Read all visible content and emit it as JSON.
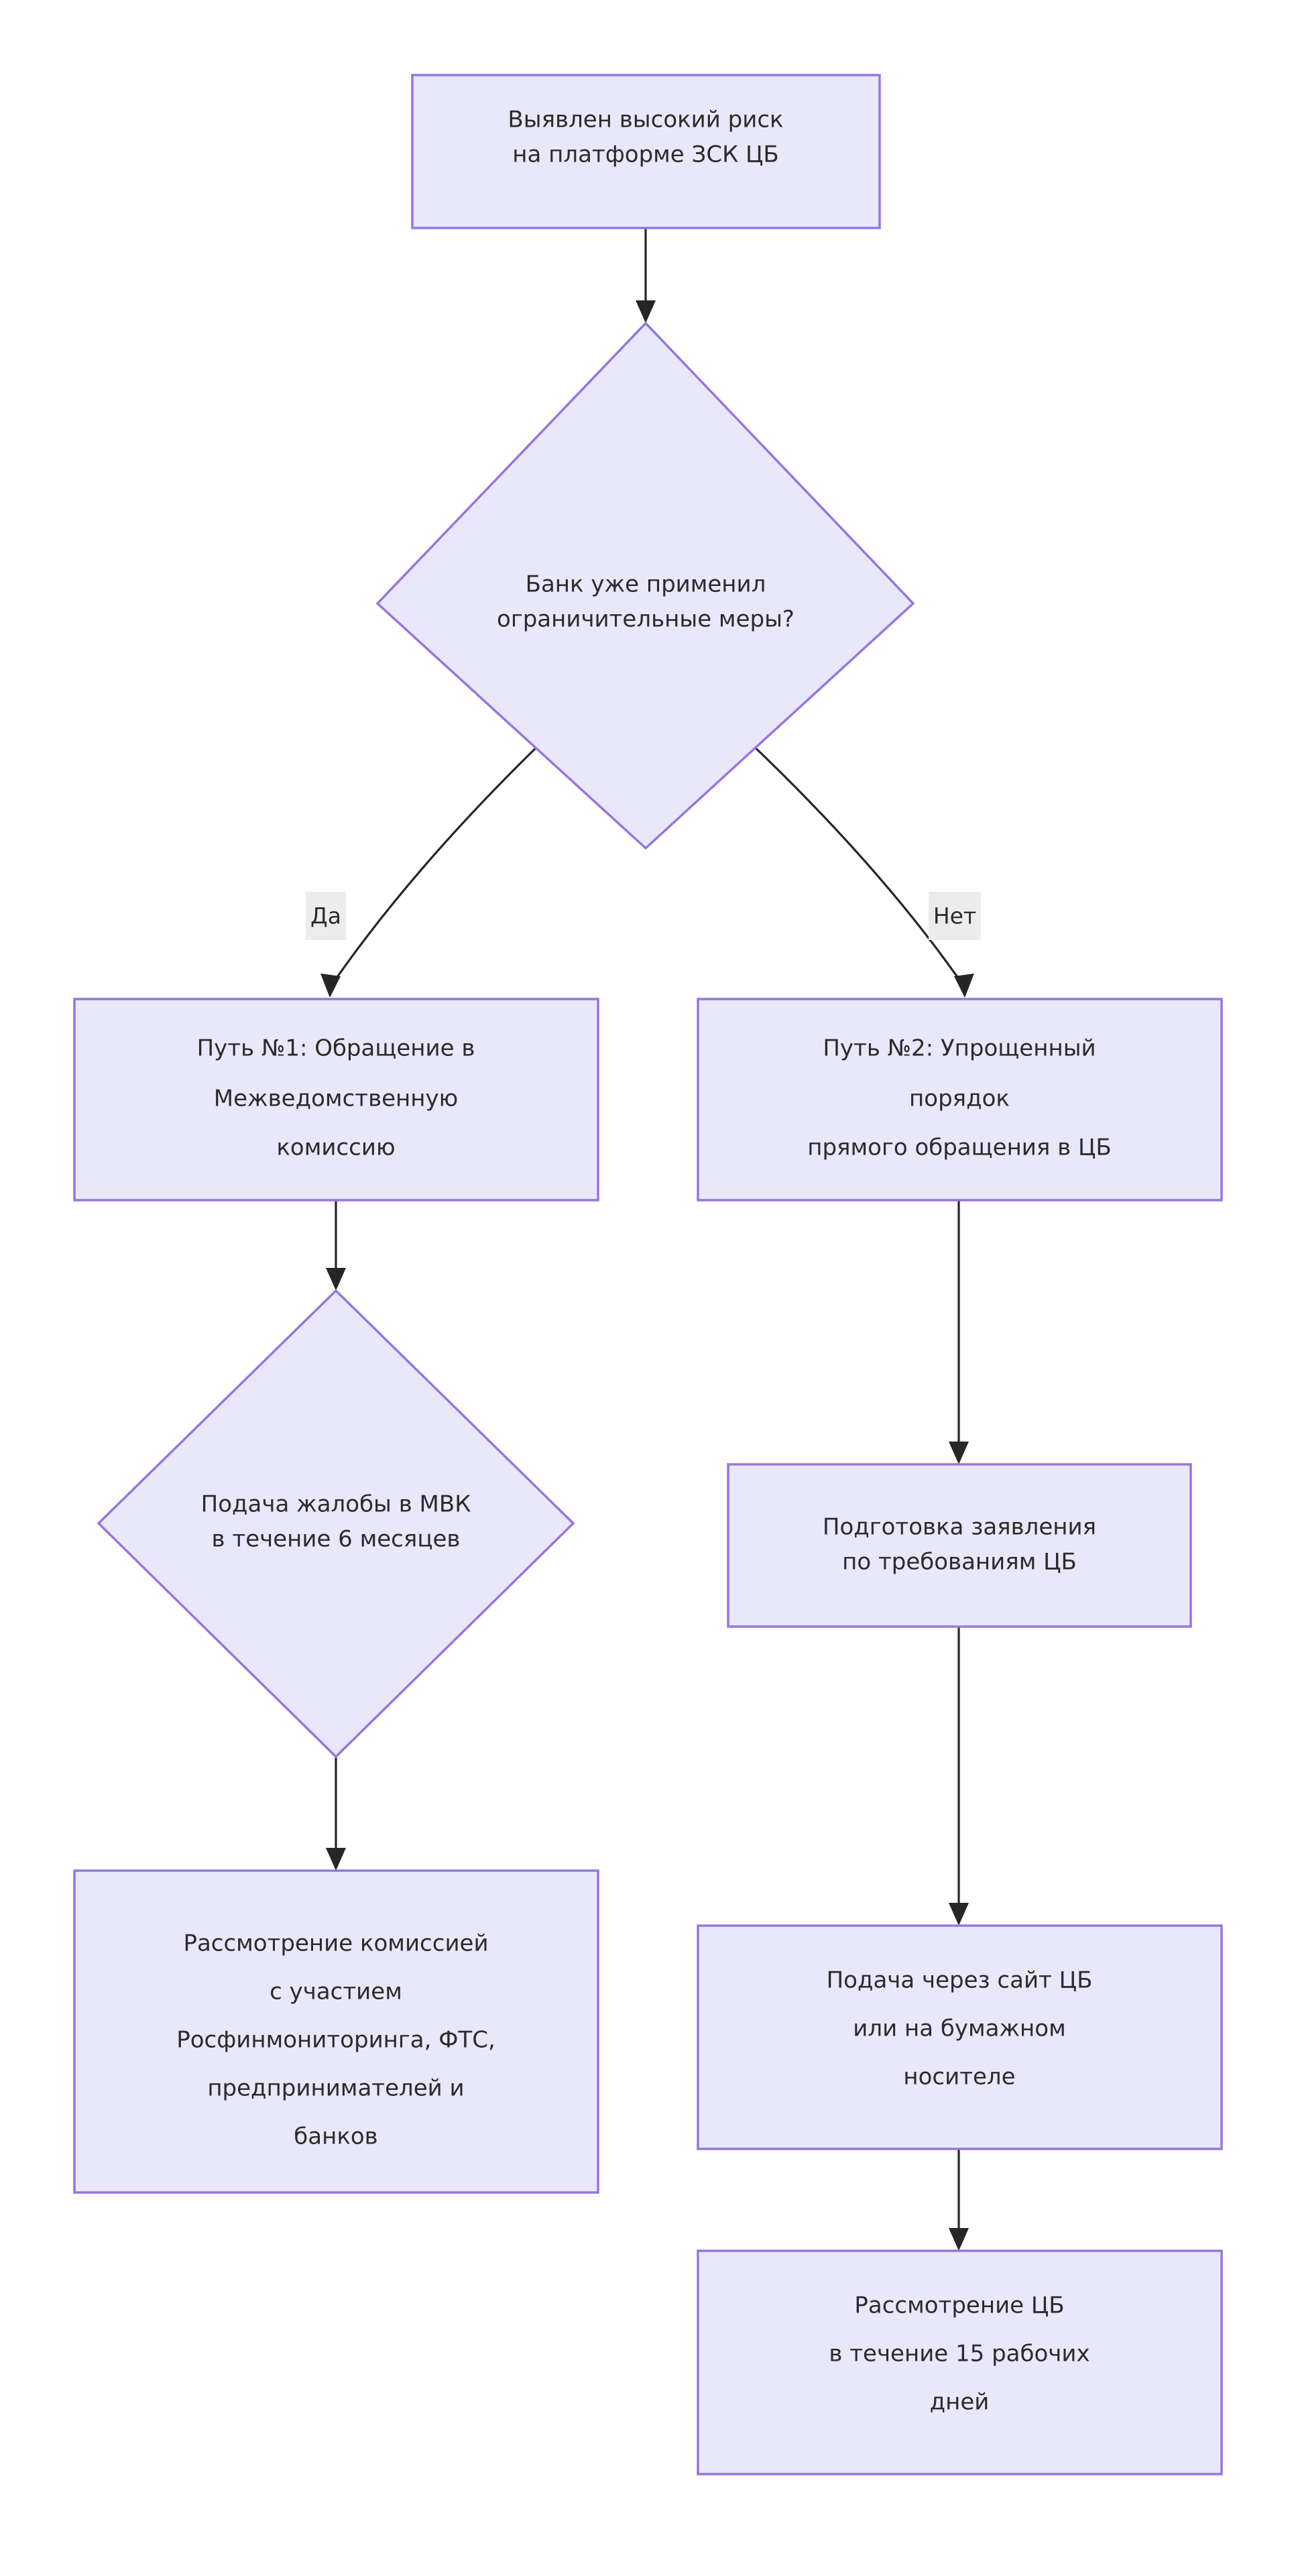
{
  "diagram": {
    "type": "flowchart",
    "orientation": "top-down",
    "background_color": "#ffffff",
    "node_fill_color": "#e9e8fb",
    "node_border_color": "#9775e0",
    "edge_color": "#262626",
    "edge_label_bg_color": "#ececec",
    "text_color": "#2b2b2b",
    "nodes": [
      {
        "id": "start",
        "shape": "rectangle",
        "lines": [
          "Выявлен высокий риск",
          "на платформе ЗСК ЦБ"
        ]
      },
      {
        "id": "decision-bank-measures",
        "shape": "diamond",
        "lines": [
          "Банк уже применил",
          "ограничительные меры?"
        ]
      },
      {
        "id": "path1",
        "shape": "rectangle",
        "lines": [
          "Путь №1: Обращение в",
          "Межведомственную",
          "комиссию"
        ]
      },
      {
        "id": "path2",
        "shape": "rectangle",
        "lines": [
          "Путь №2: Упрощенный",
          "порядок",
          "прямого обращения в ЦБ"
        ]
      },
      {
        "id": "complaint-mvk",
        "shape": "diamond",
        "lines": [
          "Подача жалобы в МВК",
          "в течение 6 месяцев"
        ]
      },
      {
        "id": "prepare-application",
        "shape": "rectangle",
        "lines": [
          "Подготовка заявления",
          "по требованиям ЦБ"
        ]
      },
      {
        "id": "commission-review",
        "shape": "rectangle",
        "lines": [
          "Рассмотрение комиссией",
          "с участием",
          "Росфинмониторинга, ФТС,",
          "предпринимателей и",
          "банков"
        ]
      },
      {
        "id": "submit-cb",
        "shape": "rectangle",
        "lines": [
          "Подача через сайт ЦБ",
          "или на бумажном",
          "носителе"
        ]
      },
      {
        "id": "cb-review",
        "shape": "rectangle",
        "lines": [
          "Рассмотрение ЦБ",
          "в течение 15 рабочих",
          "дней"
        ]
      }
    ],
    "edges": [
      {
        "id": "e1",
        "from": "start",
        "to": "decision-bank-measures",
        "label": ""
      },
      {
        "id": "e2",
        "from": "decision-bank-measures",
        "to": "path1",
        "label": "Да"
      },
      {
        "id": "e3",
        "from": "decision-bank-measures",
        "to": "path2",
        "label": "Нет"
      },
      {
        "id": "e4",
        "from": "path1",
        "to": "complaint-mvk",
        "label": ""
      },
      {
        "id": "e5",
        "from": "complaint-mvk",
        "to": "commission-review",
        "label": ""
      },
      {
        "id": "e6",
        "from": "path2",
        "to": "prepare-application",
        "label": ""
      },
      {
        "id": "e7",
        "from": "prepare-application",
        "to": "submit-cb",
        "label": ""
      },
      {
        "id": "e8",
        "from": "submit-cb",
        "to": "cb-review",
        "label": ""
      }
    ]
  }
}
